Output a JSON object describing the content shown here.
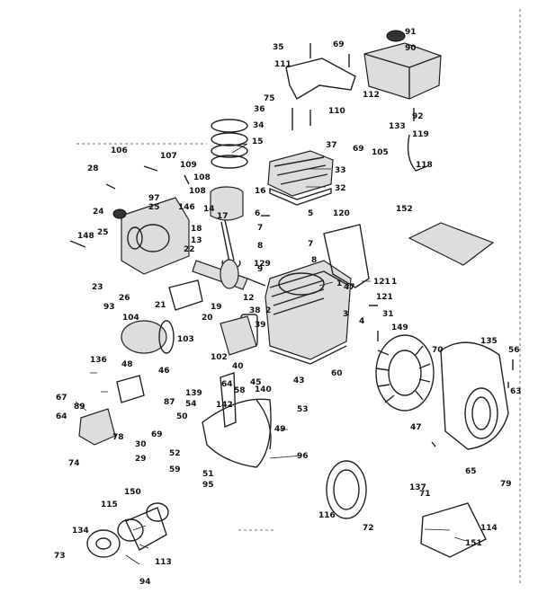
{
  "callouts": [
    "35",
    "69",
    "91",
    "90",
    "111",
    "112",
    "133",
    "92",
    "119",
    "75",
    "36",
    "34",
    "110",
    "37",
    "69",
    "105",
    "118",
    "106",
    "107",
    "109",
    "108",
    "28",
    "97",
    "108",
    "146",
    "24",
    "25",
    "16",
    "148",
    "25",
    "6",
    "7",
    "8",
    "5",
    "7",
    "8",
    "120",
    "152",
    "18",
    "13",
    "17",
    "14",
    "22",
    "23",
    "26",
    "129",
    "9",
    "21",
    "12",
    "47",
    "1",
    "121",
    "93",
    "104",
    "103",
    "19",
    "20",
    "2",
    "38",
    "39",
    "3",
    "4",
    "31",
    "149",
    "70",
    "135",
    "56",
    "102",
    "40",
    "43",
    "60",
    "63",
    "136",
    "48",
    "46",
    "45",
    "64",
    "58",
    "140",
    "139",
    "54",
    "53",
    "67",
    "89",
    "87",
    "50",
    "142",
    "49",
    "64",
    "78",
    "47",
    "69",
    "30",
    "52",
    "29",
    "59",
    "51",
    "95",
    "96",
    "65",
    "79",
    "74",
    "150",
    "115",
    "116",
    "137",
    "71",
    "72",
    "134",
    "114",
    "151",
    "73",
    "113",
    "94",
    "146"
  ],
  "label_15": "15",
  "label_32": "32",
  "label_33": "33",
  "label_1": "1",
  "label_121": "121"
}
